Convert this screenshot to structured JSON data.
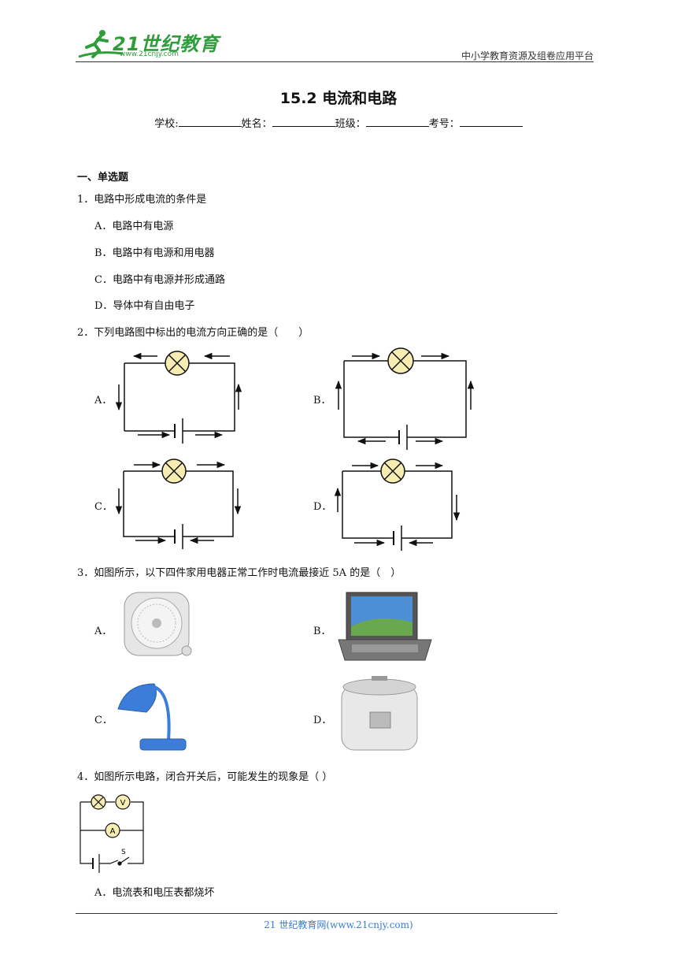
{
  "header": {
    "logo_text": "21世纪教育",
    "logo_url": "www.21cnjy.com",
    "right_text": "中小学教育资源及组卷应用平台"
  },
  "title": "15.2 电流和电路",
  "info": {
    "school": "学校:",
    "name": "姓名：",
    "class": "班级：",
    "exam_no": "考号："
  },
  "section1": "一、单选题",
  "q1": {
    "stem": "1．电路中形成电流的条件是",
    "options": [
      "A．电路中有电源",
      "B．电路中有电源和用电器",
      "C．电路中有电源并形成通路",
      "D．导体中有自由电子"
    ]
  },
  "q2": {
    "stem": "2．下列电路图中标出的电流方向正确的是（　　）",
    "labels": [
      "A．",
      "B．",
      "C．",
      "D．"
    ]
  },
  "q3": {
    "stem": "3．如图所示，以下四件家用电器正常工作时电流最接近 5A 的是（　）",
    "labels": [
      "A．",
      "B．",
      "C．",
      "D．"
    ]
  },
  "q4": {
    "stem": "4．如图所示电路，闭合开关后，可能发生的现象是（ ）",
    "meter_v": "V",
    "meter_a": "A",
    "switch_label": "S",
    "options": [
      "A．电流表和电压表都烧坏"
    ]
  },
  "footer": "21 世纪教育网(www.21cnjy.com)"
}
